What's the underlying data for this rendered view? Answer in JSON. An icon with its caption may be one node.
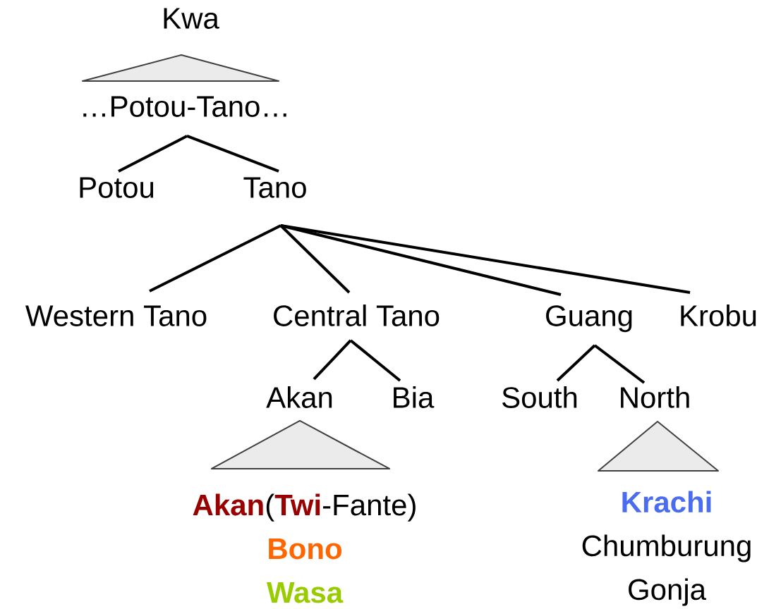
{
  "diagram": {
    "nodes": [
      {
        "text": [
          "Kwa"
        ]
      },
      {
        "text": [
          "…Potou-Tano…"
        ]
      },
      {
        "text": [
          "Potou"
        ]
      },
      {
        "text": [
          "Tano"
        ]
      },
      {
        "text": [
          "Western Tano"
        ]
      },
      {
        "text": [
          "Central Tano"
        ]
      },
      {
        "text": [
          "Guang"
        ]
      },
      {
        "text": [
          "Krobu"
        ]
      },
      {
        "text": [
          "Akan"
        ]
      },
      {
        "text": [
          "Bia"
        ]
      },
      {
        "text": [
          "South"
        ]
      },
      {
        "text": [
          "North"
        ]
      },
      {
        "text": [
          "**Akan**(**Twi**-Fante)",
          "Bono",
          "Wasa"
        ]
      },
      {
        "text": [
          "Krachi",
          "Chumburung",
          "Gonja"
        ]
      }
    ],
    "edges": [
      {
        "from": 0,
        "to": 1,
        "arrow": "none"
      },
      {
        "from": 1,
        "to": 2,
        "arrow": "none"
      },
      {
        "from": 1,
        "to": 3,
        "arrow": "none"
      },
      {
        "from": 3,
        "to": 4,
        "arrow": "none"
      },
      {
        "from": 3,
        "to": 5,
        "arrow": "none"
      },
      {
        "from": 3,
        "to": 6,
        "arrow": "none"
      },
      {
        "from": 3,
        "to": 7,
        "arrow": "none"
      },
      {
        "from": 5,
        "to": 8,
        "arrow": "none"
      },
      {
        "from": 5,
        "to": 9,
        "arrow": "none"
      },
      {
        "from": 6,
        "to": 10,
        "arrow": "none"
      },
      {
        "from": 6,
        "to": 11,
        "arrow": "none"
      },
      {
        "from": 8,
        "to": 12,
        "arrow": "none"
      },
      {
        "from": 11,
        "to": 13,
        "arrow": "none"
      }
    ]
  }
}
